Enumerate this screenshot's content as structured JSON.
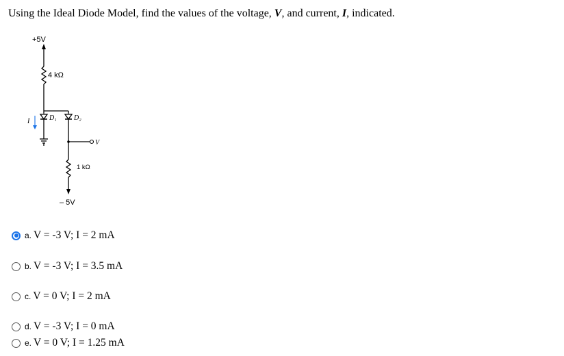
{
  "question": {
    "prefix": "Using the Ideal Diode Model, find the values of the voltage, ",
    "v_symbol": "V",
    "middle": ", and current, ",
    "i_symbol": "I",
    "suffix": ", indicated."
  },
  "circuit": {
    "supply_top": "+5V",
    "resistor_top": "4 kΩ",
    "current_label": "I",
    "diode1": "D₁",
    "diode2": "D₂",
    "output_label": "V",
    "resistor_bottom": "1 kΩ",
    "supply_bottom": "– 5V"
  },
  "options": [
    {
      "letter": "a.",
      "text": "V = -3 V; I = 2 mA",
      "selected": true
    },
    {
      "letter": "b.",
      "text": "V = -3 V; I = 3.5 mA",
      "selected": false
    },
    {
      "letter": "c.",
      "text": "V = 0 V; I = 2 mA",
      "selected": false
    },
    {
      "letter": "d.",
      "text": "V = -3 V; I = 0 mA",
      "selected": false
    },
    {
      "letter": "e.",
      "text": "V = 0 V; I = 1.25 mA",
      "selected": false
    }
  ],
  "colors": {
    "radio_selected": "#1a73e8"
  }
}
